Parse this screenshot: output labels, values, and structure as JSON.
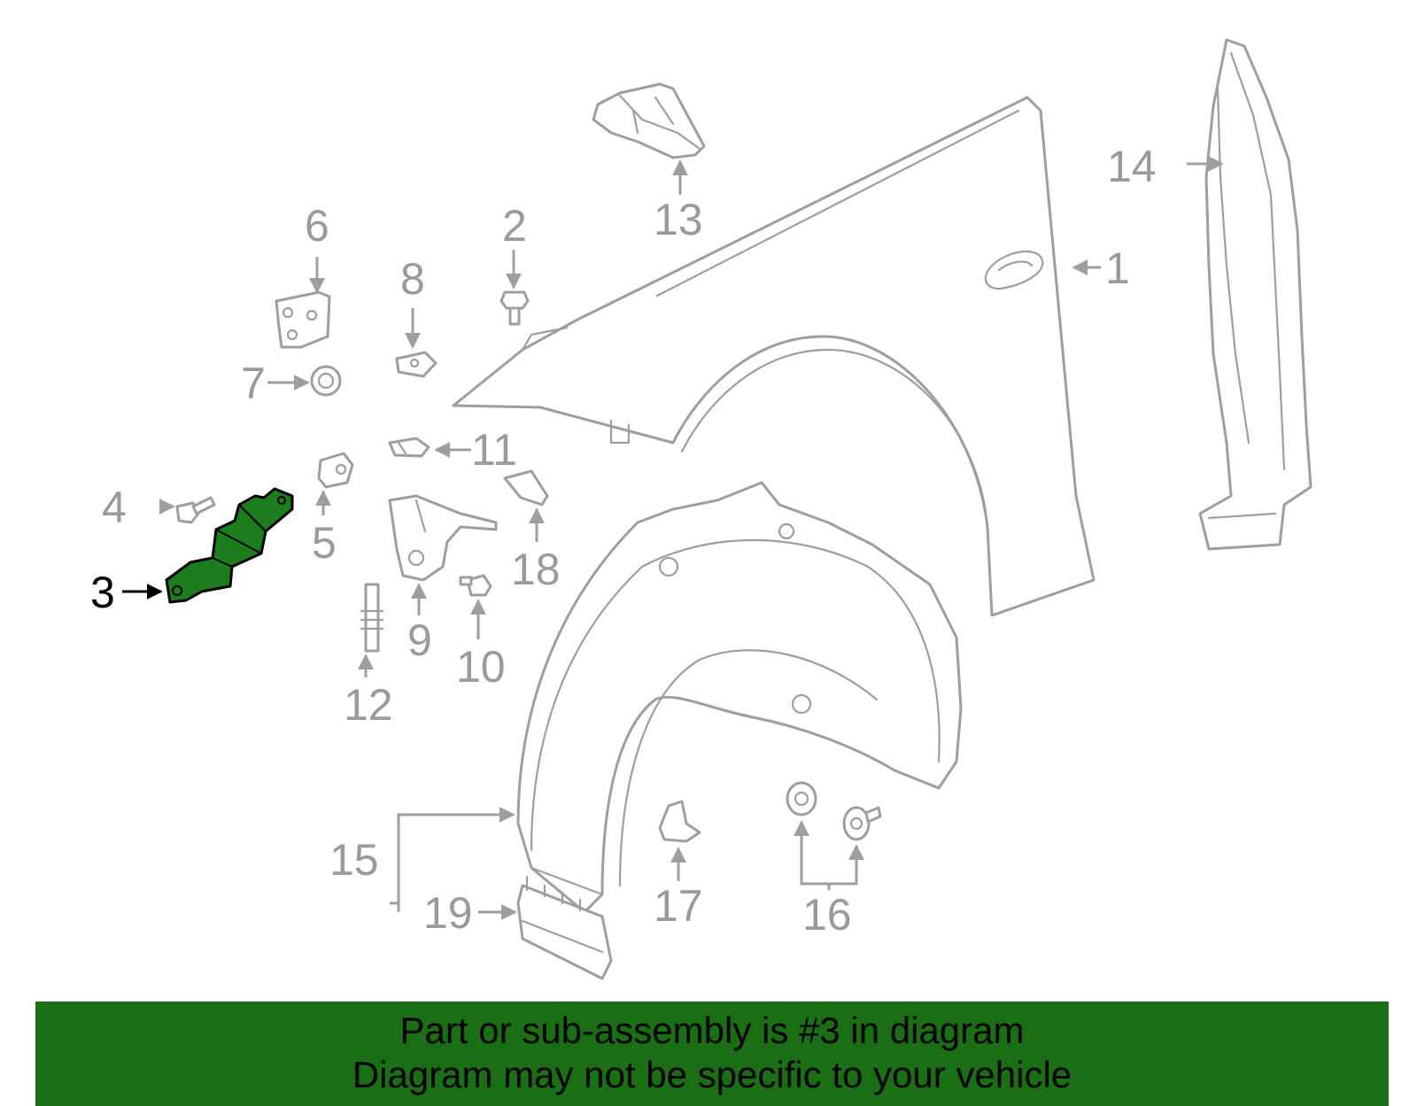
{
  "callouts": {
    "c1": "1",
    "c2": "2",
    "c3": "3",
    "c4": "4",
    "c5": "5",
    "c6": "6",
    "c7": "7",
    "c8": "8",
    "c9": "9",
    "c10": "10",
    "c11": "11",
    "c12": "12",
    "c13": "13",
    "c14": "14",
    "c15": "15",
    "c16": "16",
    "c17": "17",
    "c18": "18",
    "c19": "19"
  },
  "highlighted_part": "3",
  "colors": {
    "highlight_fill": "#1c7d1c",
    "banner_background": "#1a6e14",
    "part_outline": "#9e9e9e"
  },
  "banner": {
    "line1": "Part or sub-assembly is #3 in diagram",
    "line2": "Diagram may not be specific to your vehicle"
  }
}
